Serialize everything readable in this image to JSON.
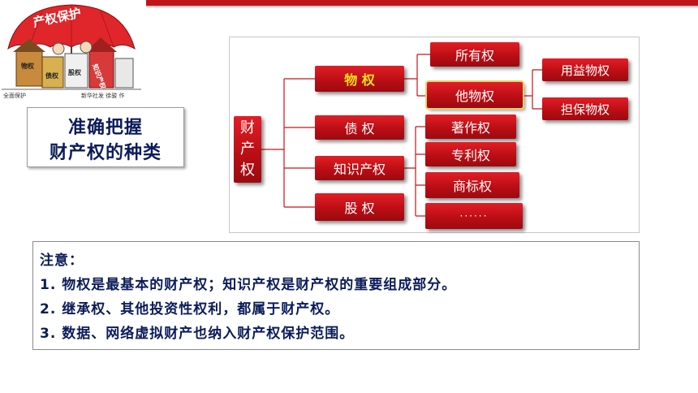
{
  "cartoon": {
    "umbrella_text": "产权保护",
    "labels": [
      "物权",
      "债权",
      "股权",
      "知识产权"
    ],
    "caption_left": "全面保护",
    "caption_right": "新华社发 徐骏 作"
  },
  "topic": {
    "line1": "准确把握",
    "line2": "财产权的种类"
  },
  "diagram": {
    "root": [
      "财",
      "产",
      "权"
    ],
    "level1": [
      "物 权",
      "债 权",
      "知识产权",
      "股 权"
    ],
    "property_children": [
      "所有权",
      "他物权"
    ],
    "other_property_children": [
      "用益物权",
      "担保物权"
    ],
    "ip_children": [
      "著作权",
      "专利权",
      "商标权",
      "······"
    ]
  },
  "colors": {
    "accent": "#c0141b",
    "node_text_highlight": "#f5e21a",
    "text_navy": "#0b1c5a"
  },
  "note": {
    "title": "注意：",
    "items": [
      "1. 物权是最基本的财产权；知识产权是财产权的重要组成部分。",
      "2. 继承权、其他投资性权利，都属于财产权。",
      "3. 数据、网络虚拟财产也纳入财产权保护范围。"
    ]
  }
}
